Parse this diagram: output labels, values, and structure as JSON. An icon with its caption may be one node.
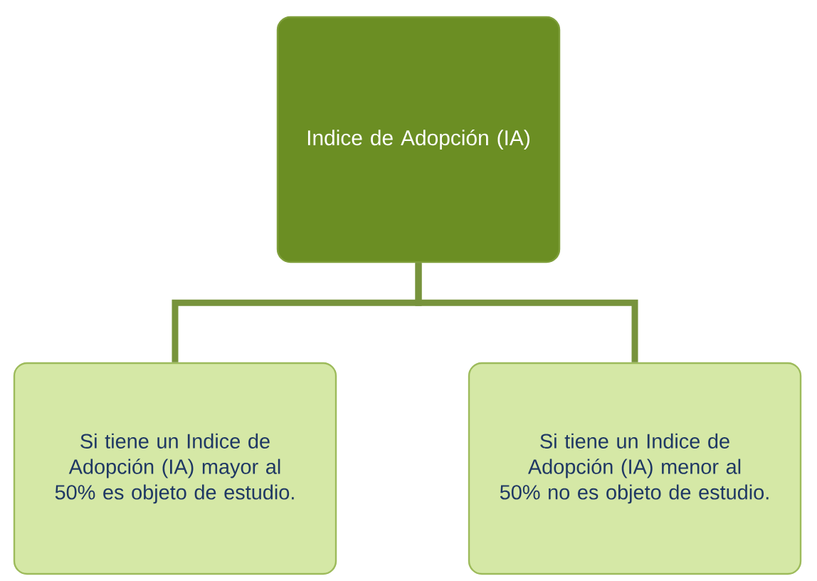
{
  "diagram": {
    "nodes": [
      {
        "text": [
          "Indice de Adopción (IA)"
        ]
      },
      {
        "text": [
          "Si tiene un Indice de Adopción (IA) mayor al 50% es objeto de estudio."
        ]
      },
      {
        "text": [
          "Si tiene un Indice de Adopción (IA) menor al 50% no es objeto de estudio."
        ]
      }
    ],
    "edges": [
      {
        "from": 0,
        "to": 1,
        "arrow": "none"
      },
      {
        "from": 0,
        "to": 2,
        "arrow": "none"
      }
    ]
  }
}
